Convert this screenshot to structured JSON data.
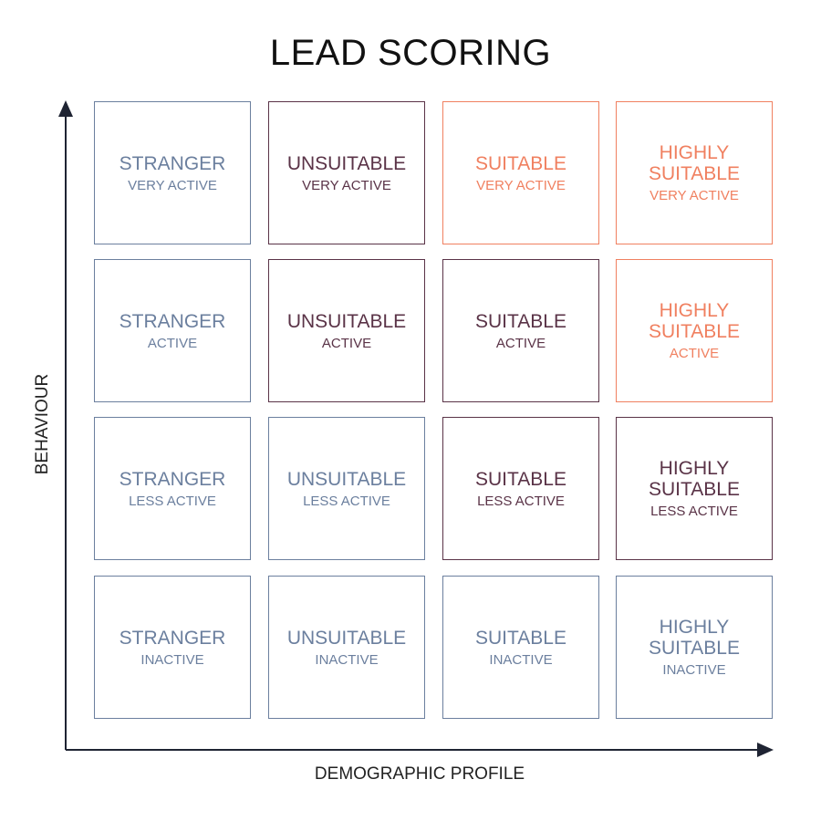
{
  "title": "LEAD SCORING",
  "y_axis_label": "BEHAVIOUR",
  "x_axis_label": "DEMOGRAPHIC PROFILE",
  "colors": {
    "blue": "#6b7f9e",
    "plum": "#5a3347",
    "coral": "#f08060"
  },
  "rows": [
    {
      "cells": [
        {
          "main": "STRANGER",
          "sub": "VERY ACTIVE"
        },
        {
          "main": "UNSUITABLE",
          "sub": "VERY ACTIVE"
        },
        {
          "main": "SUITABLE",
          "sub": "VERY ACTIVE"
        },
        {
          "main": "HIGHLY SUITABLE",
          "sub": "VERY ACTIVE"
        }
      ]
    },
    {
      "cells": [
        {
          "main": "STRANGER",
          "sub": "ACTIVE"
        },
        {
          "main": "UNSUITABLE",
          "sub": "ACTIVE"
        },
        {
          "main": "SUITABLE",
          "sub": "ACTIVE"
        },
        {
          "main": "HIGHLY SUITABLE",
          "sub": "ACTIVE"
        }
      ]
    },
    {
      "cells": [
        {
          "main": "STRANGER",
          "sub": "LESS ACTIVE"
        },
        {
          "main": "UNSUITABLE",
          "sub": "LESS ACTIVE"
        },
        {
          "main": "SUITABLE",
          "sub": "LESS ACTIVE"
        },
        {
          "main": "HIGHLY SUITABLE",
          "sub": "LESS ACTIVE"
        }
      ]
    },
    {
      "cells": [
        {
          "main": "STRANGER",
          "sub": "INACTIVE"
        },
        {
          "main": "UNSUITABLE",
          "sub": "INACTIVE"
        },
        {
          "main": "SUITABLE",
          "sub": "INACTIVE"
        },
        {
          "main": "HIGHLY SUITABLE",
          "sub": "INACTIVE"
        }
      ]
    }
  ]
}
